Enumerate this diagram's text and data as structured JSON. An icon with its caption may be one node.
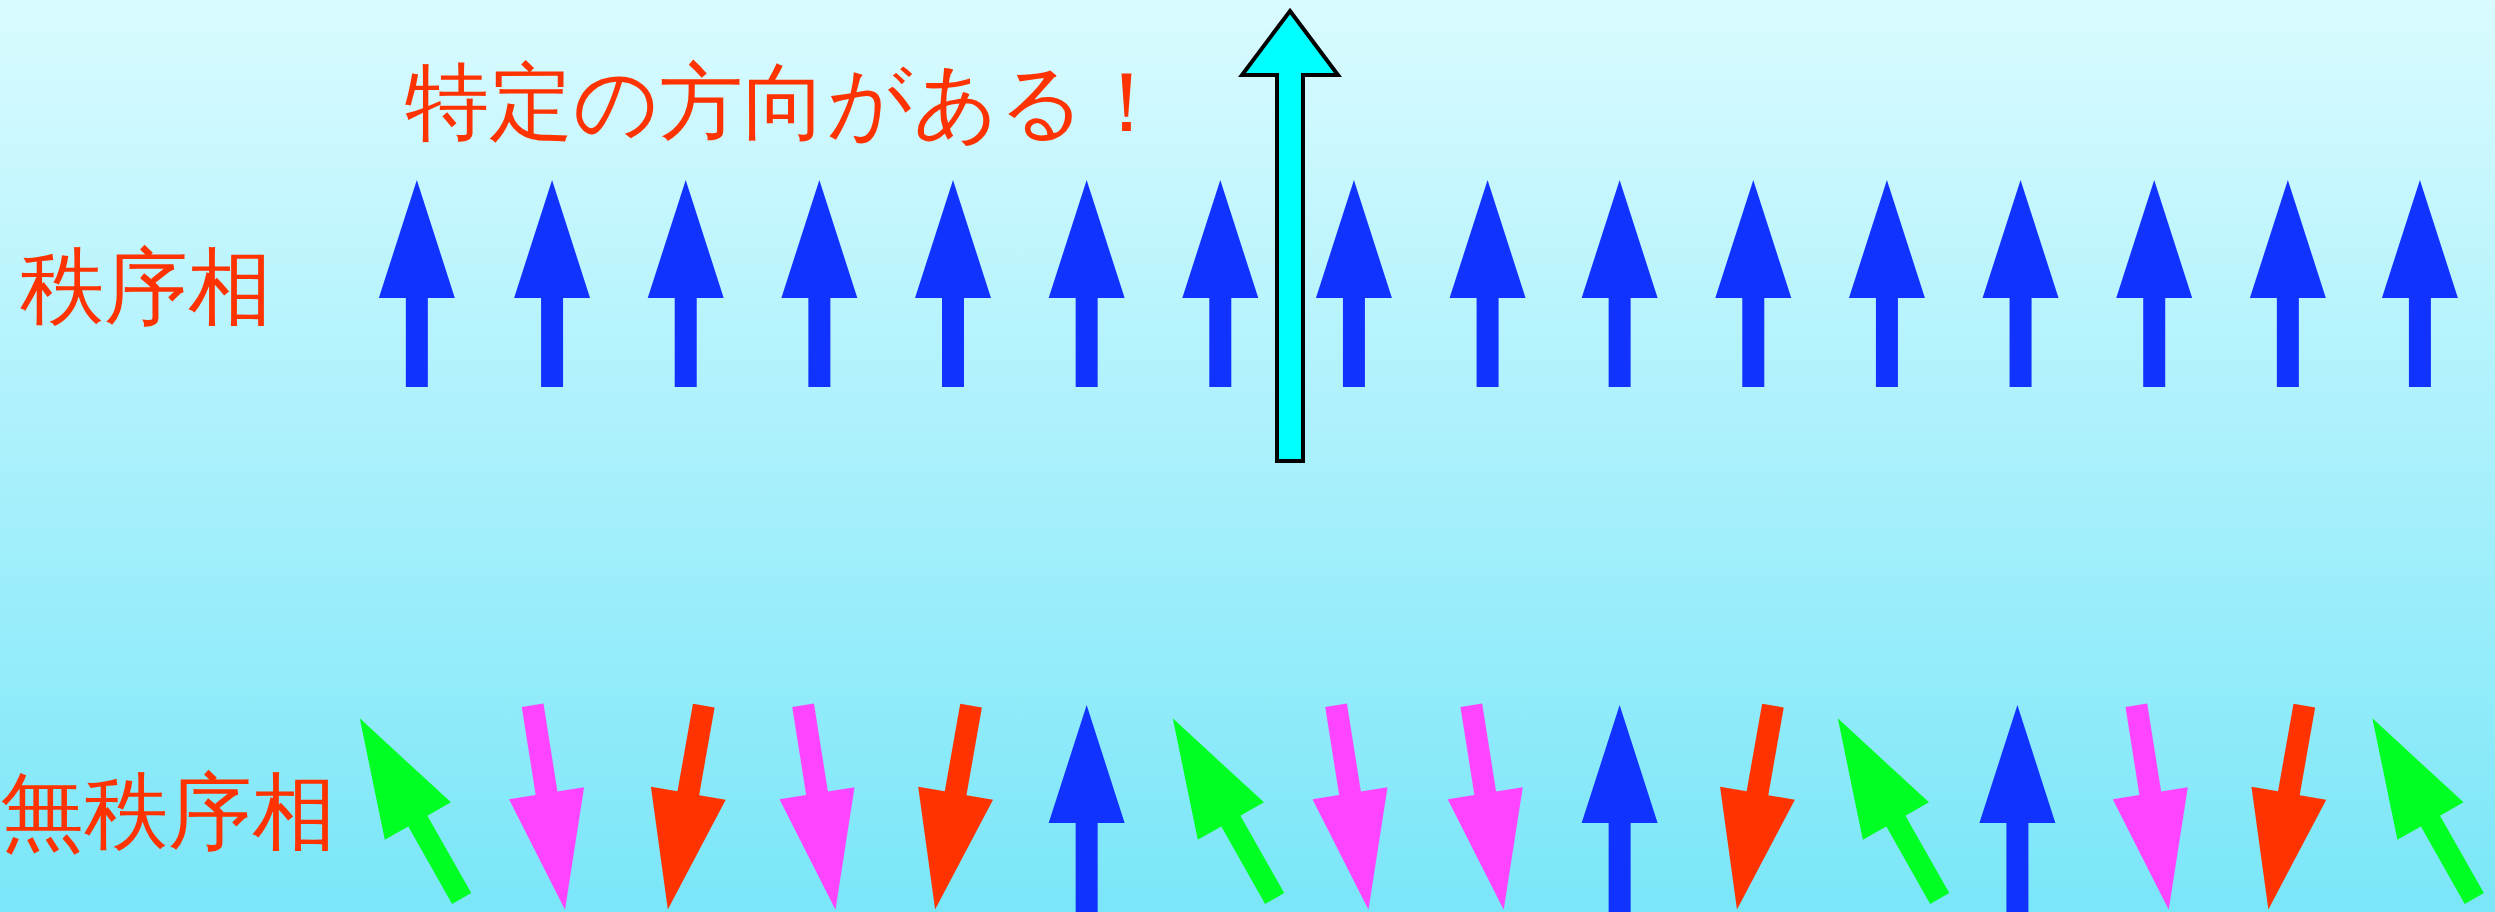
{
  "diagram": {
    "labels": [
      "特定の方向がある！",
      "秩序相",
      "無秩序相"
    ]
  }
}
